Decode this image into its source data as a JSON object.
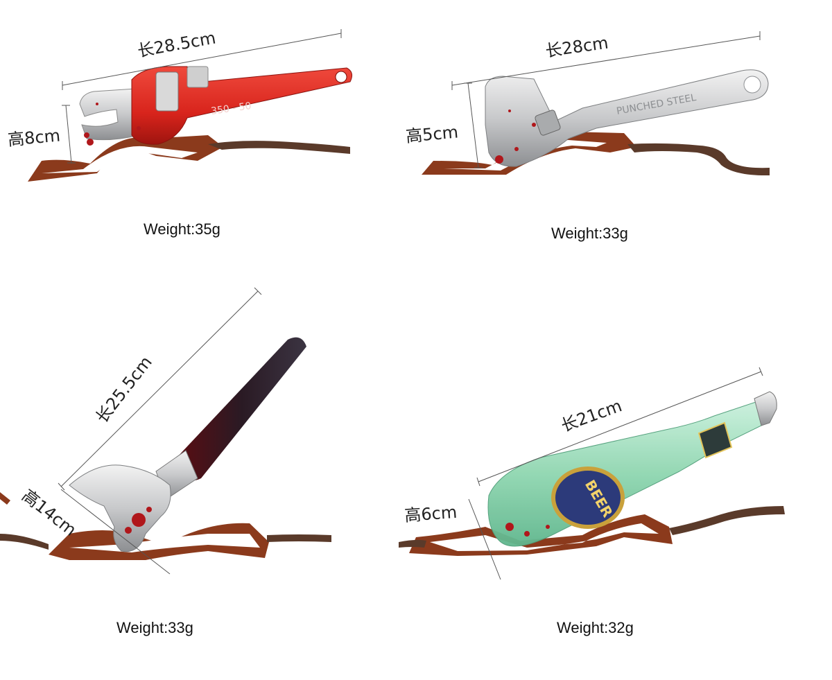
{
  "products": [
    {
      "length_label": "长28.5cm",
      "height_label": "高8cm",
      "weight_label": "Weight:35g",
      "tool_text": "350 - 50"
    },
    {
      "length_label": "长28cm",
      "height_label": "高5cm",
      "weight_label": "Weight:33g",
      "tool_text": "PUNCHED   STEEL"
    },
    {
      "length_label": "长25.5cm",
      "height_label": "高14cm",
      "weight_label": "Weight:33g"
    },
    {
      "length_label": "长21cm",
      "height_label": "高6cm",
      "weight_label": "Weight:32g",
      "label_text": "BEER"
    }
  ],
  "colors": {
    "pipe_wrench_red": "#d8241c",
    "chrome": "#c9cbcd",
    "headband_brown": "#8b3a1c",
    "strap_brown": "#5a3a2a",
    "bottle_green": "#8fd6b0",
    "handle_dark": "#2a1a24",
    "blood": "#b0171b"
  }
}
